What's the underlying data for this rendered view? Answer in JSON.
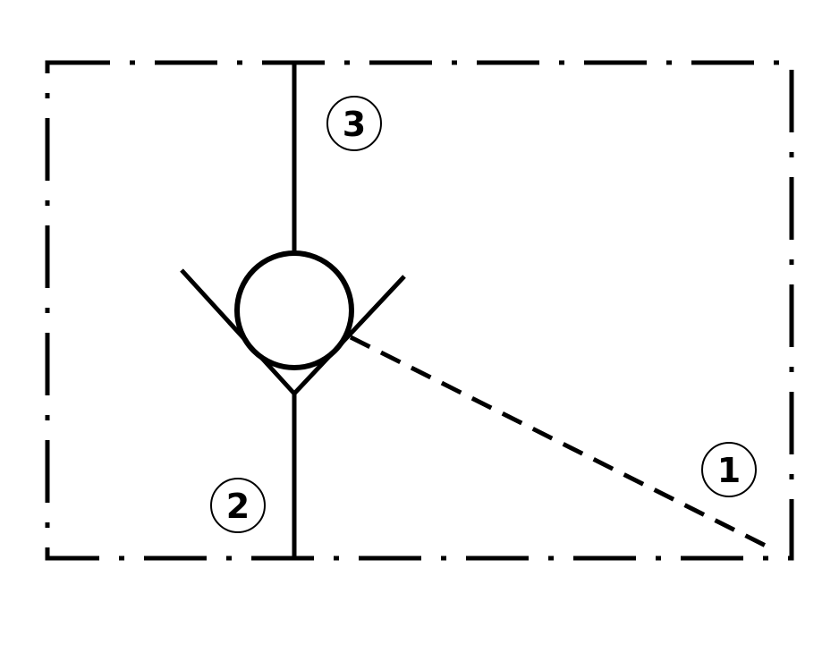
{
  "diagram": {
    "type": "hydraulic-check-valve-symbol",
    "line_color": "#000000",
    "background_color": "#ffffff",
    "envelope": {
      "style": "dash-dot"
    },
    "pilot_line": {
      "style": "dashed"
    },
    "ports": {
      "port1": {
        "label": "1"
      },
      "port2": {
        "label": "2"
      },
      "port3": {
        "label": "3"
      }
    }
  }
}
